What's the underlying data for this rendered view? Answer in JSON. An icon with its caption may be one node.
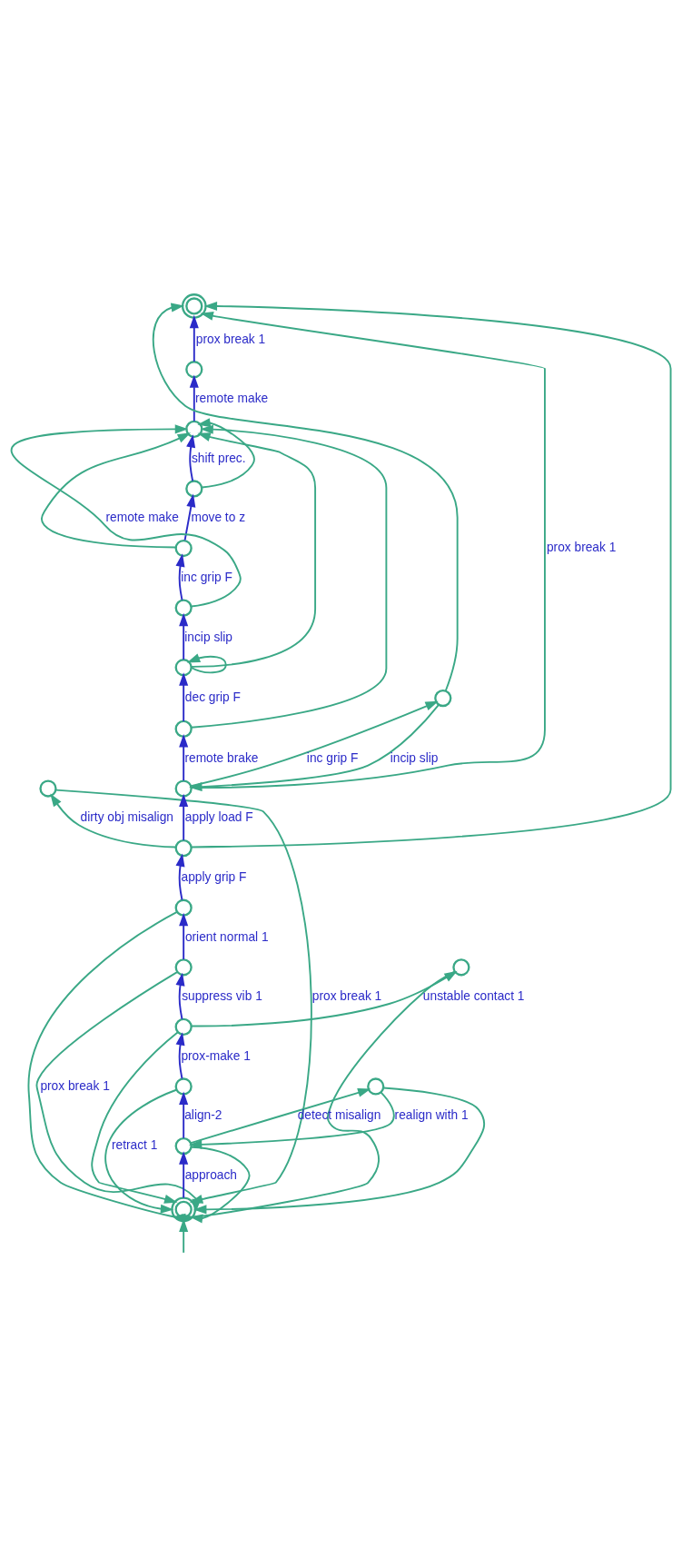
{
  "diagram": {
    "nodes": [
      {
        "text": [],
        "shape": "doublecircle"
      },
      {
        "text": [],
        "shape": "circle"
      },
      {
        "text": [],
        "shape": "circle"
      },
      {
        "text": [],
        "shape": "circle"
      },
      {
        "text": [],
        "shape": "circle"
      },
      {
        "text": [],
        "shape": "circle"
      },
      {
        "text": [],
        "shape": "circle"
      },
      {
        "text": [],
        "shape": "circle"
      },
      {
        "text": [],
        "shape": "circle"
      },
      {
        "text": [],
        "shape": "circle"
      },
      {
        "text": [],
        "shape": "circle"
      },
      {
        "text": [],
        "shape": "circle"
      },
      {
        "text": [],
        "shape": "circle"
      },
      {
        "text": [],
        "shape": "circle"
      },
      {
        "text": [],
        "shape": "circle"
      },
      {
        "text": [],
        "shape": "circle"
      },
      {
        "text": [],
        "shape": "circle"
      },
      {
        "text": [],
        "shape": "circle"
      },
      {
        "text": [],
        "shape": "circle"
      },
      {
        "text": [],
        "shape": "doublecircle"
      }
    ],
    "edges": [
      {
        "from": null,
        "to": 19,
        "arrow": "to"
      },
      {
        "from": 19,
        "to": 18,
        "arrow": "to",
        "label": "approach",
        "color": "#2b2bc8"
      },
      {
        "from": 18,
        "to": 16,
        "arrow": "to",
        "label": "align-2",
        "color": "#2b2bc8"
      },
      {
        "from": 16,
        "to": 15,
        "arrow": "to",
        "label": "prox-make 1",
        "color": "#2b2bc8"
      },
      {
        "from": 15,
        "to": 13,
        "arrow": "to",
        "label": "suppress vib 1",
        "color": "#2b2bc8"
      },
      {
        "from": 13,
        "to": 12,
        "arrow": "to",
        "label": "orient normal 1",
        "color": "#2b2bc8"
      },
      {
        "from": 12,
        "to": 11,
        "arrow": "to",
        "label": "apply grip F",
        "color": "#2b2bc8"
      },
      {
        "from": 11,
        "to": 9,
        "arrow": "to",
        "label": "apply load F",
        "color": "#2b2bc8"
      },
      {
        "from": 9,
        "to": 7,
        "arrow": "to",
        "label": "remote brake",
        "color": "#2b2bc8"
      },
      {
        "from": 7,
        "to": 6,
        "arrow": "to",
        "label": "dec grip F",
        "color": "#2b2bc8"
      },
      {
        "from": 6,
        "to": 5,
        "arrow": "to",
        "label": "incip slip",
        "color": "#2b2bc8"
      },
      {
        "from": 5,
        "to": 4,
        "arrow": "to",
        "label": "inc grip F",
        "color": "#2b2bc8"
      },
      {
        "from": 4,
        "to": 3,
        "arrow": "to",
        "label": "move to z",
        "color": "#2b2bc8"
      },
      {
        "from": 3,
        "to": 2,
        "arrow": "to",
        "label": "shift prec.",
        "color": "#2b2bc8"
      },
      {
        "from": 2,
        "to": 1,
        "arrow": "to",
        "label": "remote make",
        "color": "#2b2bc8"
      },
      {
        "from": 1,
        "to": 0,
        "arrow": "to",
        "label": "prox break 1",
        "color": "#2b2bc8"
      },
      {
        "from": 18,
        "to": 17,
        "arrow": "to",
        "label": "detect misalign"
      },
      {
        "from": 17,
        "to": 18,
        "arrow": "to",
        "label": "realign with 1"
      },
      {
        "from": 17,
        "to": 19,
        "arrow": "to"
      },
      {
        "from": 18,
        "to": 19,
        "arrow": "to"
      },
      {
        "from": 16,
        "to": 19,
        "arrow": "to",
        "label": "retract 1"
      },
      {
        "from": 15,
        "to": 14,
        "arrow": "to",
        "label": "unstable contact 1"
      },
      {
        "from": 14,
        "to": 19,
        "arrow": "to"
      },
      {
        "from": 11,
        "to": 10,
        "arrow": "to",
        "label": "dirty obj misalign"
      },
      {
        "from": 10,
        "to": 19,
        "arrow": "to",
        "label": "prox break 1"
      },
      {
        "from": 15,
        "to": 19,
        "arrow": "to"
      },
      {
        "from": 13,
        "to": 19,
        "arrow": "to",
        "label": "prox break 1"
      },
      {
        "from": 12,
        "to": 19,
        "arrow": "to"
      },
      {
        "from": 9,
        "to": 8,
        "arrow": "to",
        "label": "inc grip F"
      },
      {
        "from": 8,
        "to": 9,
        "arrow": "to",
        "label": "incip slip"
      },
      {
        "from": 6,
        "to": 6,
        "arrow": "to"
      },
      {
        "from": 7,
        "to": 2,
        "arrow": "to"
      },
      {
        "from": 6,
        "to": 2,
        "arrow": "to"
      },
      {
        "from": 5,
        "to": 2,
        "arrow": "to",
        "label": "remote make"
      },
      {
        "from": 4,
        "to": 2,
        "arrow": "to"
      },
      {
        "from": 3,
        "to": 2,
        "arrow": "to"
      },
      {
        "from": 11,
        "to": 0,
        "arrow": "to"
      },
      {
        "from": 9,
        "to": 0,
        "arrow": "to",
        "label": "prox break 1"
      },
      {
        "from": 8,
        "to": 0,
        "arrow": "to"
      }
    ]
  }
}
